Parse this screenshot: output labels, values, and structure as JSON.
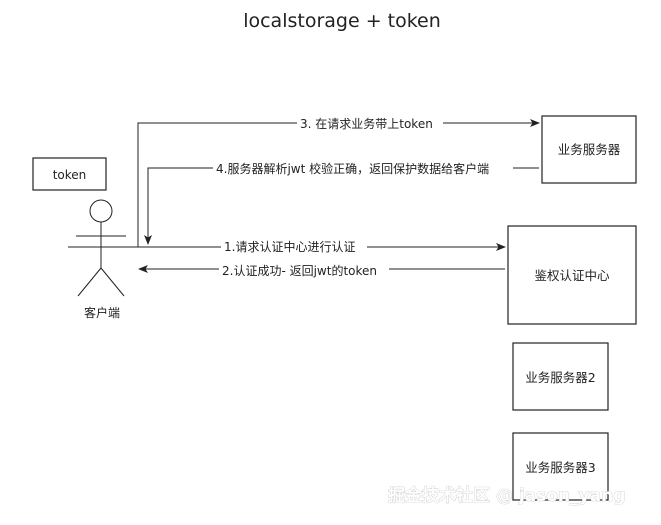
{
  "title": "localstorage + token",
  "token_box": {
    "label": "token"
  },
  "actor": {
    "label": "客户端"
  },
  "boxes": {
    "business_server": "业务服务器",
    "auth_center": "鉴权认证中心",
    "business_server_2": "业务服务器2",
    "business_server_3": "业务服务器3"
  },
  "arrows": {
    "step1": "1.请求认证中心进行认证",
    "step2": "2.认证成功- 返回jwt的token",
    "step3": "3. 在请求业务带上token",
    "step4": "4.服务器解析jwt 校验正确，返回保护数据给客户端"
  },
  "watermark": "掘金技术社区 @ jason_yang"
}
